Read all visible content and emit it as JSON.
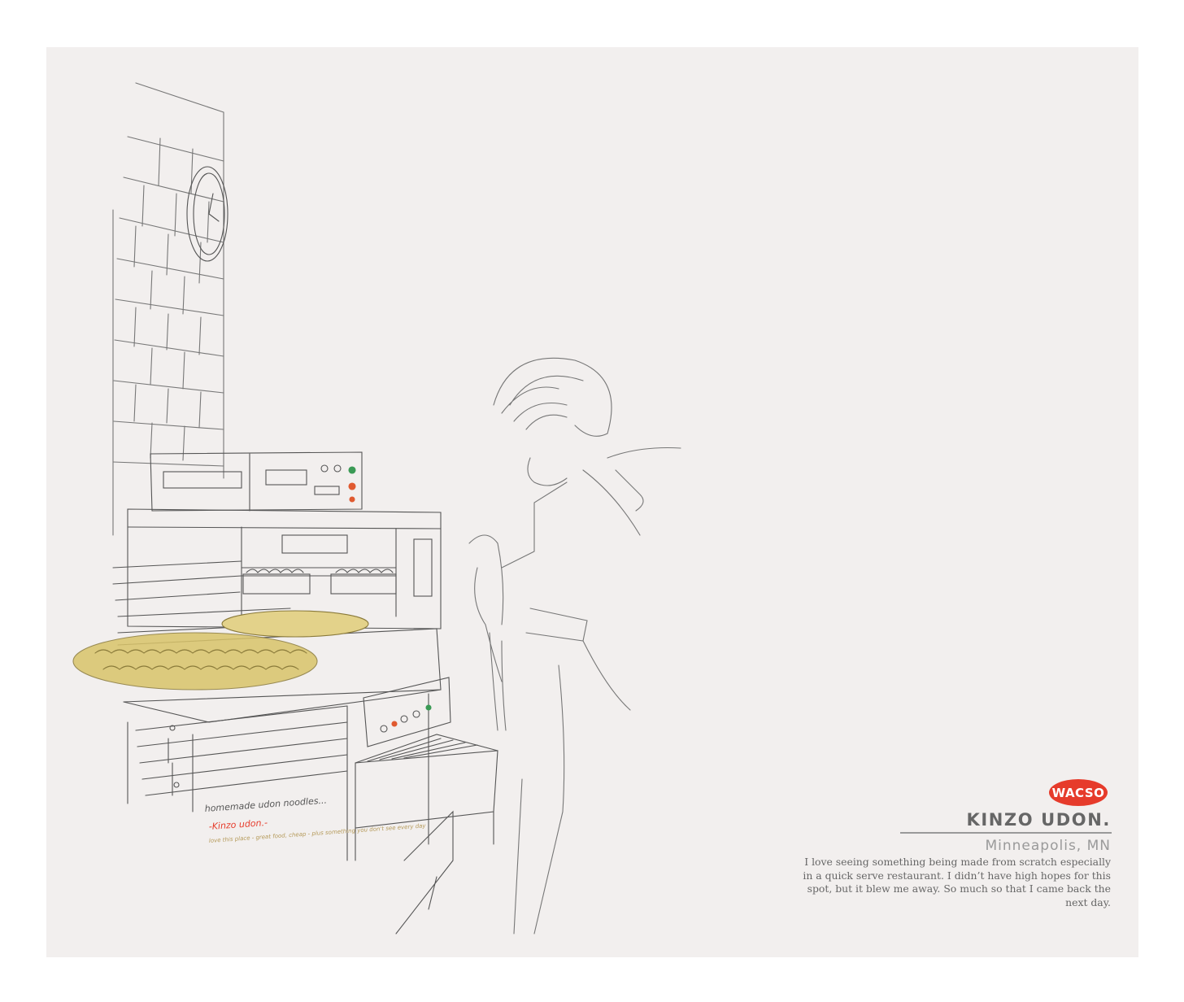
{
  "logo": {
    "text": "WACSO"
  },
  "heading": {
    "title": "KINZO UDON.",
    "location": "Minneapolis, MN"
  },
  "description": "I love seeing something being made from scratch especially in a quick serve restaurant. I didn’t have high hopes for this spot, but it blew me away. So much so that I came back the next day.",
  "sketch_notes": {
    "line1": "homemade udon noodles...",
    "line2": "-Kinzo udon.-",
    "line3": "love this place - great food, cheap - plus something you don't see every day"
  },
  "colors": {
    "accent": "#e63b2b",
    "background": "#f2efee",
    "noodle": "#d9c46a"
  }
}
